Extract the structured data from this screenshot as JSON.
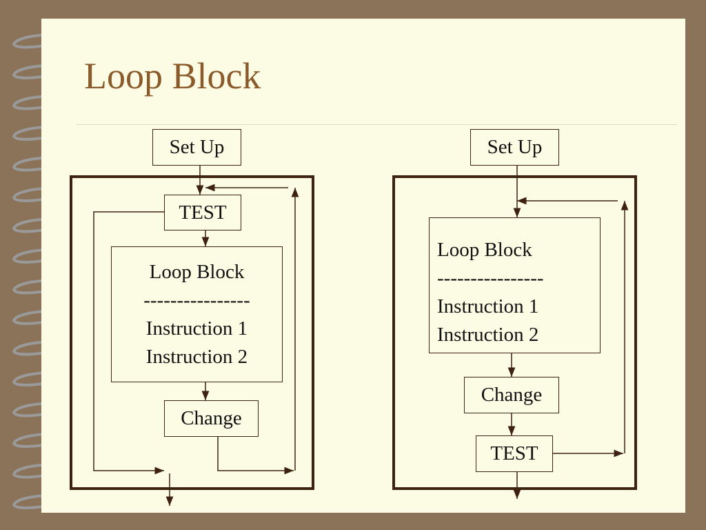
{
  "slide": {
    "title": "Loop Block"
  },
  "left_flowchart": {
    "setup_label": "Set Up",
    "test_label": "TEST",
    "loop_block": {
      "heading": "Loop Block",
      "divider": "----------------",
      "instructions": [
        "Instruction 1",
        "Instruction 2"
      ]
    },
    "change_label": "Change"
  },
  "right_flowchart": {
    "setup_label": "Set Up",
    "loop_block": {
      "heading": "Loop Block",
      "divider": "----------------",
      "instructions": [
        "Instruction 1",
        "Instruction 2"
      ]
    },
    "change_label": "Change",
    "test_label": "TEST"
  },
  "colors": {
    "background": "#8b7359",
    "page": "#fcfbe4",
    "title": "#8a5a2b",
    "lines": "#3d2210"
  },
  "icons": {
    "binding": "spiral-binding-ring"
  }
}
